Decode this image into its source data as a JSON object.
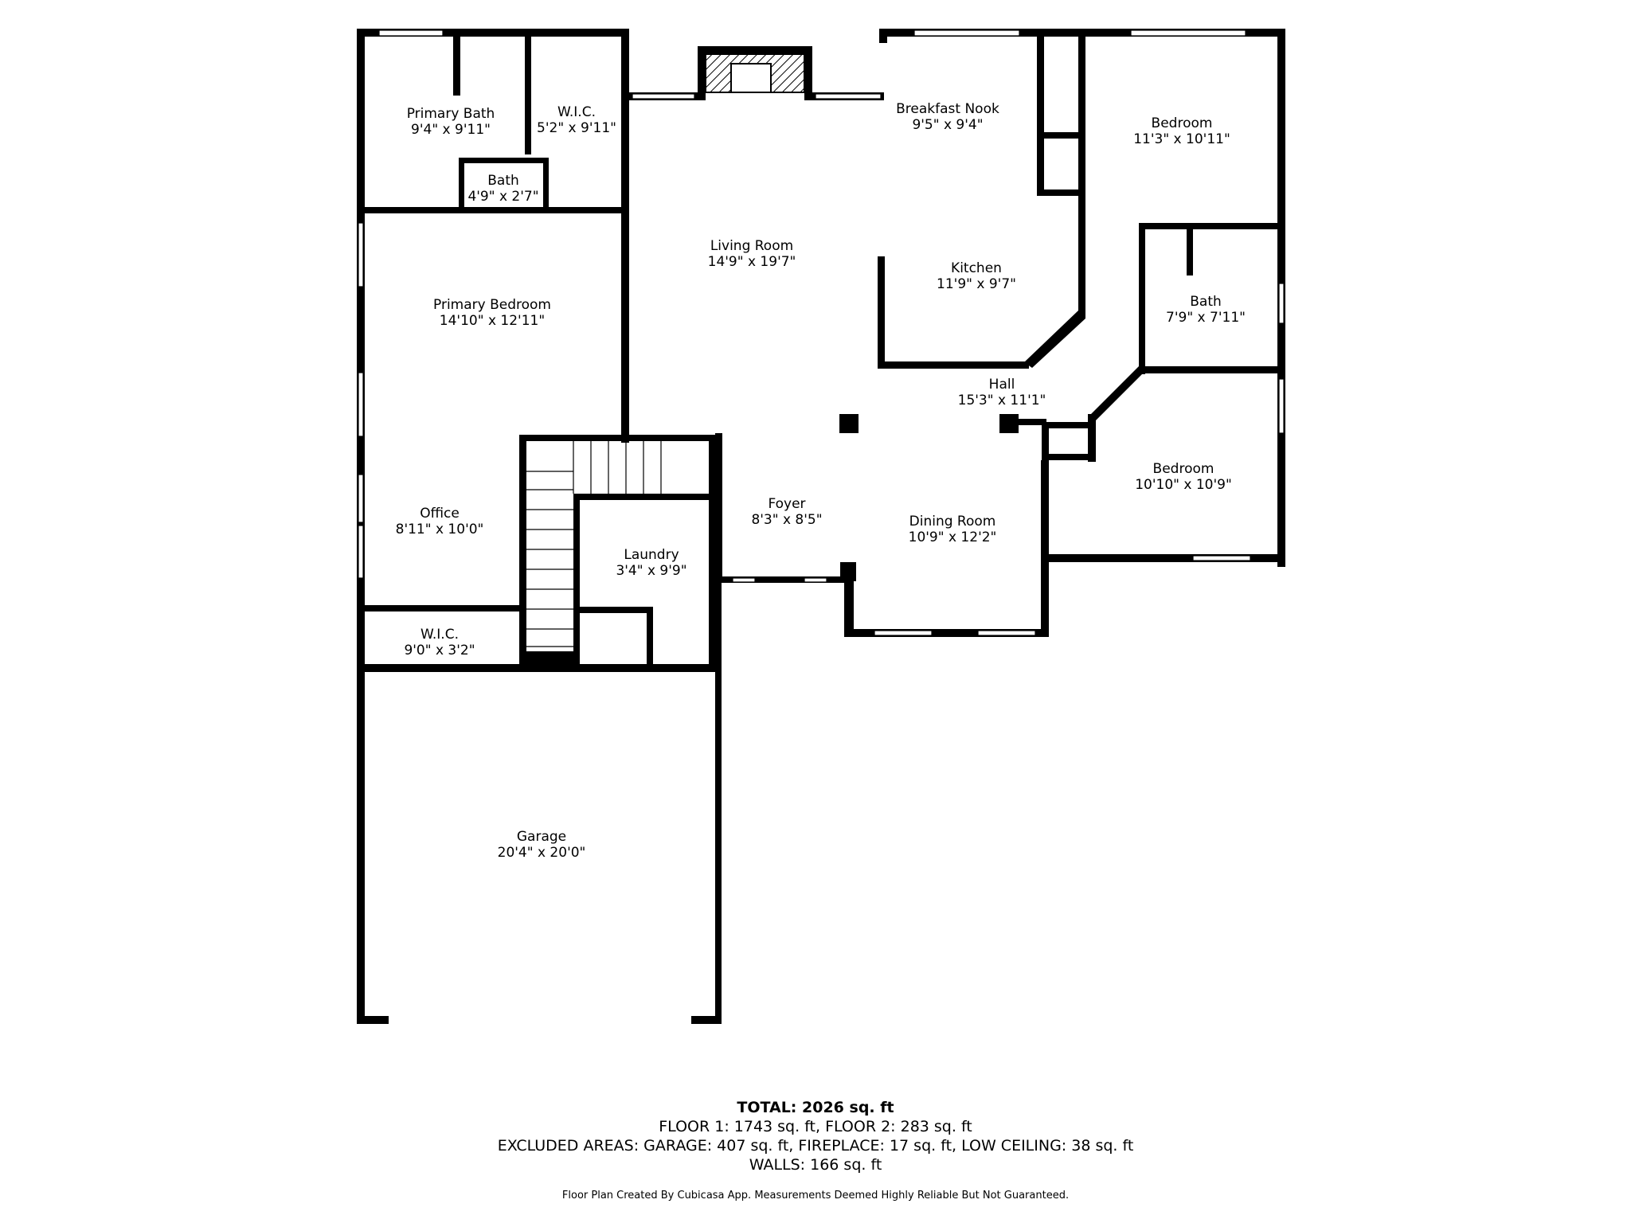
{
  "rooms": {
    "primary_bath": {
      "name": "Primary Bath",
      "dims": "9'4\" x 9'11\""
    },
    "wic_top": {
      "name": "W.I.C.",
      "dims": "5'2\" x 9'11\""
    },
    "bath_small": {
      "name": "Bath",
      "dims": "4'9\" x 2'7\""
    },
    "living_room": {
      "name": "Living Room",
      "dims": "14'9\" x 19'7\""
    },
    "breakfast_nook": {
      "name": "Breakfast Nook",
      "dims": "9'5\" x 9'4\""
    },
    "bedroom_top": {
      "name": "Bedroom",
      "dims": "11'3\" x 10'11\""
    },
    "kitchen": {
      "name": "Kitchen",
      "dims": "11'9\" x 9'7\""
    },
    "bath_right": {
      "name": "Bath",
      "dims": "7'9\" x 7'11\""
    },
    "primary_bedroom": {
      "name": "Primary Bedroom",
      "dims": "14'10\" x 12'11\""
    },
    "hall": {
      "name": "Hall",
      "dims": "15'3\" x 11'1\""
    },
    "bedroom_bottom": {
      "name": "Bedroom",
      "dims": "10'10\" x 10'9\""
    },
    "office": {
      "name": "Office",
      "dims": "8'11\" x 10'0\""
    },
    "foyer": {
      "name": "Foyer",
      "dims": "8'3\" x 8'5\""
    },
    "dining_room": {
      "name": "Dining Room",
      "dims": "10'9\" x 12'2\""
    },
    "laundry": {
      "name": "Laundry",
      "dims": "3'4\" x 9'9\""
    },
    "wic_bottom": {
      "name": "W.I.C.",
      "dims": "9'0\" x 3'2\""
    },
    "garage": {
      "name": "Garage",
      "dims": "20'4\" x 20'0\""
    }
  },
  "summary": {
    "total": "TOTAL: 2026 sq. ft",
    "floors": "FLOOR 1: 1743 sq. ft, FLOOR 2: 283 sq. ft",
    "excluded": "EXCLUDED AREAS: GARAGE: 407 sq. ft, FIREPLACE: 17 sq. ft, LOW CEILING: 38 sq. ft",
    "walls": "WALLS: 166 sq. ft"
  },
  "disclaimer": "Floor Plan Created By Cubicasa App. Measurements Deemed Highly Reliable But Not Guaranteed.",
  "colors": {
    "wall": "#000000",
    "background": "#ffffff",
    "window": "#ffffff"
  }
}
